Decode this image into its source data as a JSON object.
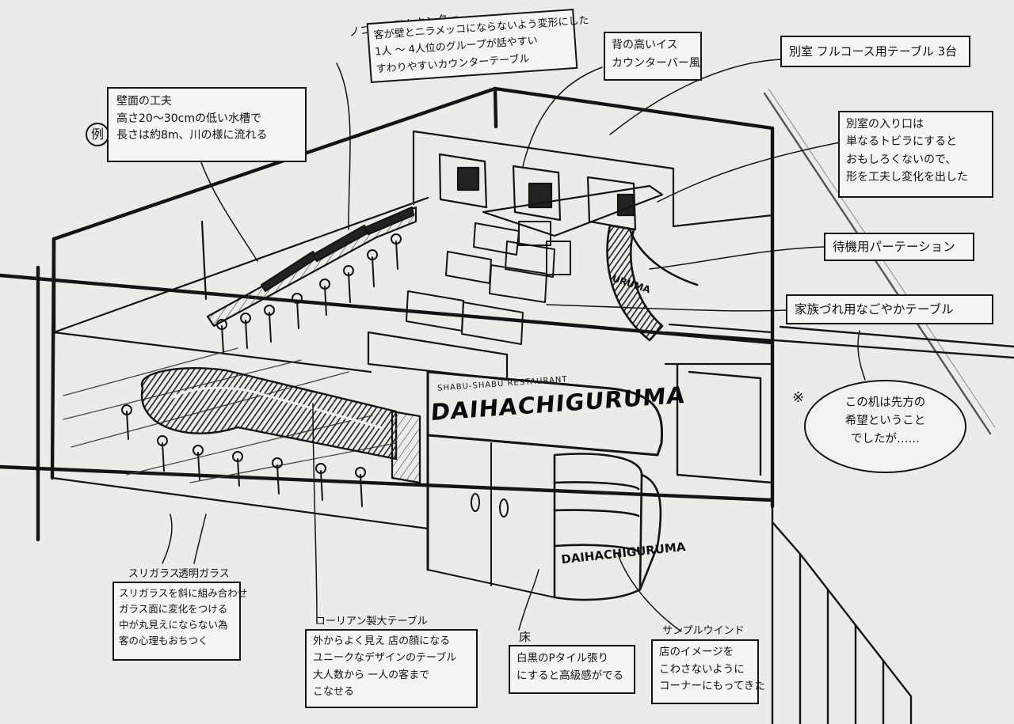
{
  "sign": {
    "small": "SHABU-SHABU RESTAURANT",
    "name": "DAIHACHIGURUMA",
    "window_name": "DAIHACHIGURUMA",
    "side_partition": "URUMA"
  },
  "notes": {
    "saw_counter": {
      "label": "ノコギリ型カウンター",
      "lines": [
        "客が壁とニラメッコにならないよう変形にした",
        "1人 〜 4人位のグループが話やすい",
        "すわりやすいカウンターテーブル"
      ]
    },
    "wall": {
      "example": "例",
      "lines": [
        "壁面の工夫",
        "高さ20〜30cmの低い水槽で",
        "長さは約8m、川の様に流れる"
      ]
    },
    "high_chair": {
      "lines": [
        "背の高いイス",
        "カウンターバー風"
      ]
    },
    "private_room": {
      "text": "別室 フルコース用テーブル 3台"
    },
    "entrance": {
      "lines": [
        "別室の入り口は",
        "単なるトビラにすると",
        "おもしろくないので、",
        "形を工夫し変化を出した"
      ]
    },
    "partition": {
      "text": "待機用パーテーション"
    },
    "family_table": {
      "text": "家族づれ用なごやかテーブル"
    },
    "remark": {
      "mark": "※",
      "lines": [
        "この机は先方の",
        "希望ということ",
        "でしたが……"
      ]
    },
    "glass_labels": {
      "frosted": "スリガラス",
      "clear": "透明ガラス"
    },
    "glass": {
      "lines": [
        "スリガラスを斜に組み合わせ",
        "ガラス面に変化をつける",
        "中が丸見えにならない為",
        "客の心理もおちつく"
      ]
    },
    "corian": {
      "label": "コーリアン製大テーブル",
      "lines": [
        "外からよく見え 店の顔になる",
        "ユニークなデザインのテーブル",
        "大人数から 一人の客まで",
        "こなせる"
      ]
    },
    "floor": {
      "label": "床",
      "lines": [
        "白黒のPタイル張り",
        "にすると高級感がでる"
      ]
    },
    "sample_window": {
      "label": "サンプルウインド",
      "lines": [
        "店のイメージを",
        "こわさないように",
        "コーナーにもってきた"
      ]
    }
  }
}
